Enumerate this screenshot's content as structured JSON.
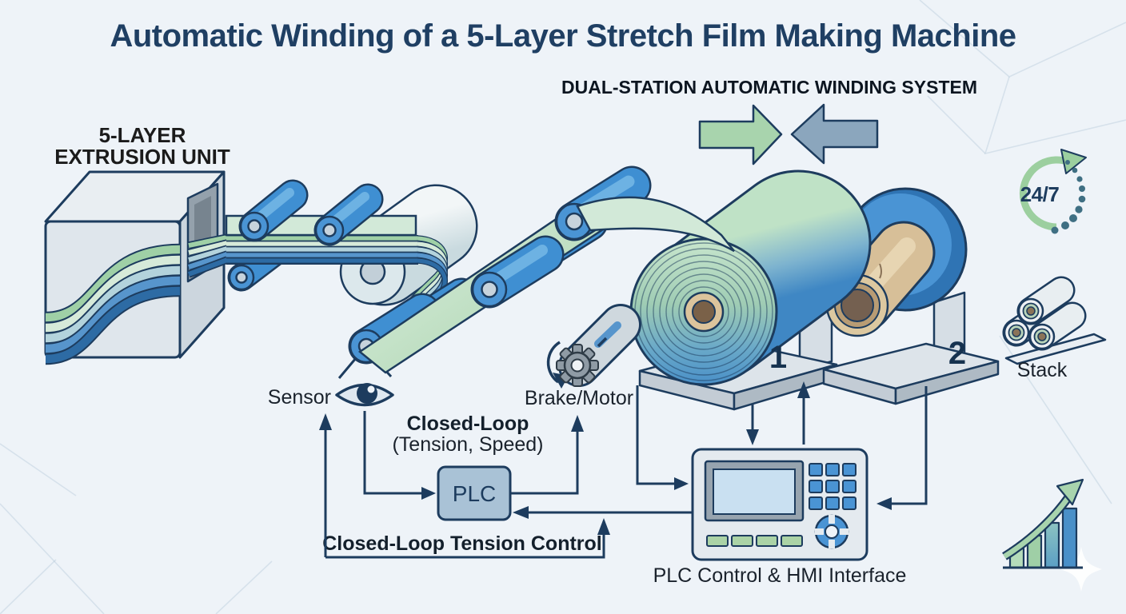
{
  "title": "Automatic Winding of a 5-Layer Stretch Film Making Machine",
  "subtitle": "DUAL-STATION AUTOMATIC WINDING SYSTEM",
  "extrusion_unit": {
    "label_line1": "5-LAYER",
    "label_line2": "EXTRUSION UNIT"
  },
  "winding": {
    "station1_number": "1",
    "station2_number": "2"
  },
  "control_loop": {
    "sensor_label": "Sensor",
    "brake_label": "Brake/Motor",
    "closed_loop_line1": "Closed-Loop",
    "closed_loop_line2": "(Tension, Speed)",
    "plc_label": "PLC",
    "tension_control_label": "Closed-Loop Tension Control",
    "hmi_label": "PLC Control & HMI Interface"
  },
  "side_icons": {
    "uptime_label": "24/7",
    "stack_label": "Stack"
  },
  "colors": {
    "navy_outline": "#1d3c5e",
    "roller_blue": "#3f8fd2",
    "film_green": "#a9d3ac",
    "film_mint": "#d2e9d8",
    "film_blue": "#5795cc",
    "film_dark_blue": "#2d6ba4",
    "core_tan": "#d7bf98",
    "arrow_green": "#a8d4ad",
    "arrow_gray_blue": "#8ba6bd",
    "panel_gray": "#e4eaef",
    "plc_fill": "#a9c2d6"
  }
}
